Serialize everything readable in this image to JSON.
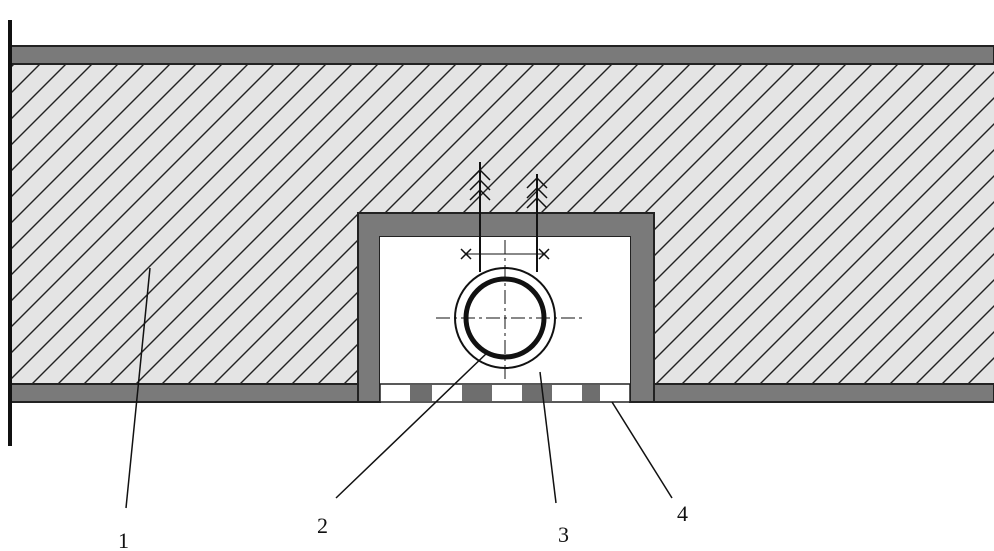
{
  "labels": {
    "item1": "1",
    "item2": "2",
    "item3": "3",
    "item4": "4"
  },
  "colors": {
    "background": "#ffffff",
    "slab_fill": "#e4e4e4",
    "hatch": "#222222",
    "plate": "#7a7a7a",
    "outline": "#222222",
    "pipe": "#111111"
  }
}
